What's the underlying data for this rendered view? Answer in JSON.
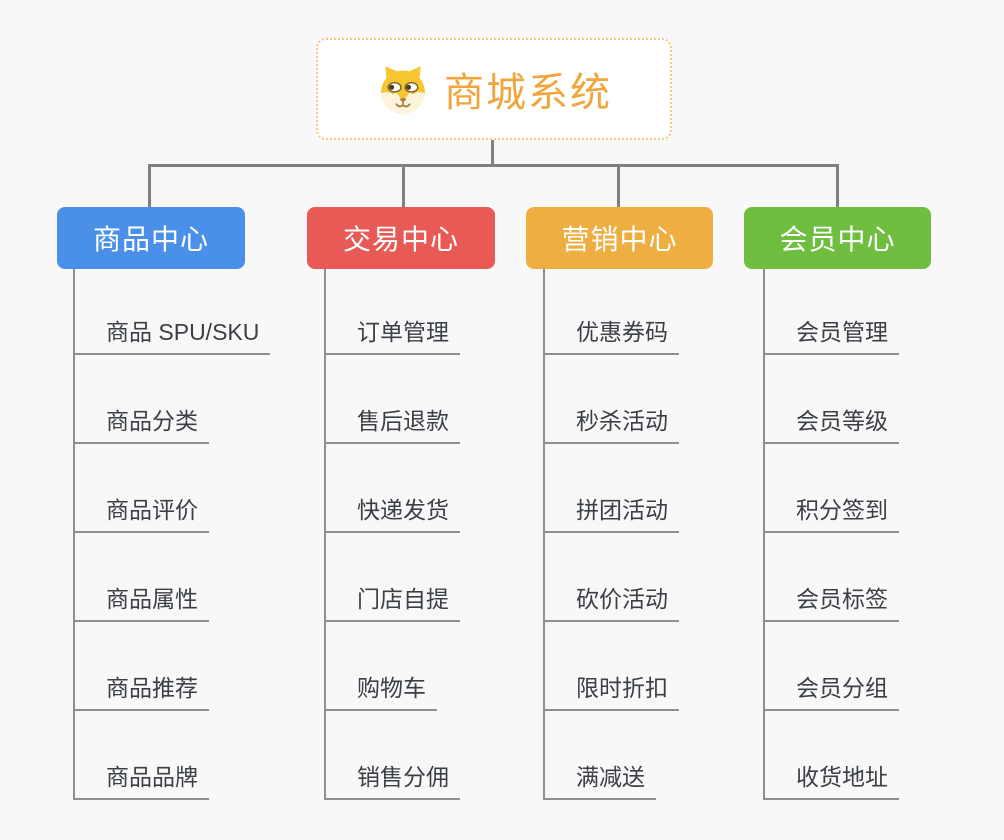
{
  "root": {
    "title": "商城系统",
    "icon": "dog-face-icon"
  },
  "branches": [
    {
      "label": "商品中心",
      "color": "#4a90e8",
      "items": [
        "商品 SPU/SKU",
        "商品分类",
        "商品评价",
        "商品属性",
        "商品推荐",
        "商品品牌"
      ]
    },
    {
      "label": "交易中心",
      "color": "#e75a56",
      "items": [
        "订单管理",
        "售后退款",
        "快递发货",
        "门店自提",
        "购物车",
        "销售分佣"
      ]
    },
    {
      "label": "营销中心",
      "color": "#efae41",
      "items": [
        "优惠券码",
        "秒杀活动",
        "拼团活动",
        "砍价活动",
        "限时折扣",
        "满减送"
      ]
    },
    {
      "label": "会员中心",
      "color": "#6fbe3f",
      "items": [
        "会员管理",
        "会员等级",
        "积分签到",
        "会员标签",
        "会员分组",
        "收货地址"
      ]
    }
  ],
  "colors": {
    "background": "#f8f8f8",
    "connector": "#808080",
    "leaf_line": "#8f8f8f",
    "leaf_text": "#3b3f46",
    "root_border": "#f5c87c",
    "root_text": "#f0a63c"
  }
}
